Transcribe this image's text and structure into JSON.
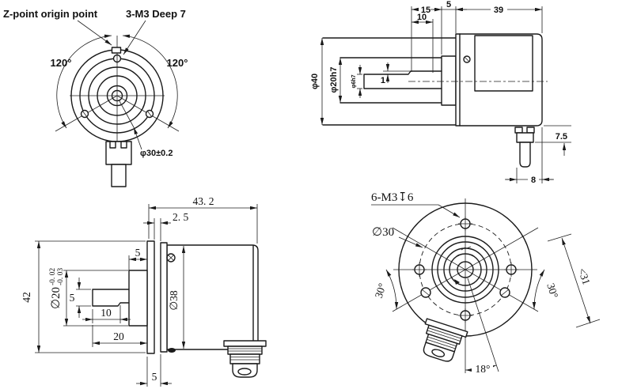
{
  "views": {
    "top_left": {
      "z_point_label": "Z-point origin point",
      "screw_label": "3-M3 Deep 7",
      "angle_left": "120°",
      "angle_right": "120°",
      "bolt_circle_dim": "φ30±0.2"
    },
    "top_right": {
      "dim_15": "15",
      "dim_10": "10",
      "dim_5": "5",
      "dim_39": "39",
      "dia_body": "φ40",
      "dia_boss": "φ20h7",
      "dia_shaft": "φ6h7",
      "dim_key": "1",
      "dim_7_5": "7.5",
      "dim_8": "8"
    },
    "bottom_left": {
      "dim_total": "43. 2",
      "dim_groove": "2. 5",
      "dim_boss_len": "5",
      "dia_boss": "∅20",
      "tol_upper": "-0. 02",
      "tol_lower": "-0. 03",
      "dim_shaft_dia": "5",
      "dim_shaft_flat": "10",
      "dim_shaft_len": "20",
      "dim_flange": "42",
      "dia_body": "∅38",
      "dim_step": "5"
    },
    "bottom_right": {
      "screw_label": "6-M3↧6",
      "dia_bolt_circle": "∅30",
      "angle_left": "30°",
      "angle_right": "30°",
      "dim_diag": "<31",
      "angle_cable": "18°"
    }
  }
}
